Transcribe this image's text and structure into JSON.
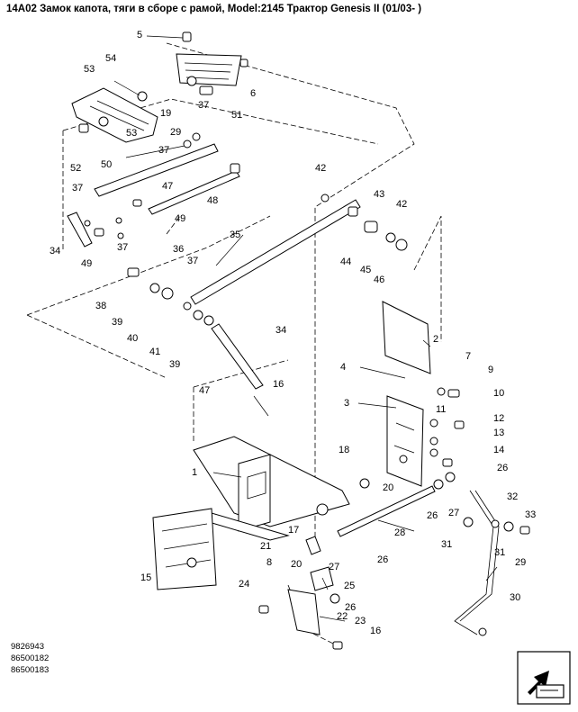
{
  "title": "14A02 Замок капота, тяги в сборе с рамой, Model:2145 Трактор Genesis II (01/03- )",
  "codes": [
    "9826943",
    "86500182",
    "86500183"
  ],
  "callouts": [
    {
      "text": "5"
    },
    {
      "text": "54"
    },
    {
      "text": "53"
    },
    {
      "text": "37"
    },
    {
      "text": "51"
    },
    {
      "text": "6"
    },
    {
      "text": "19"
    },
    {
      "text": "29"
    },
    {
      "text": "53"
    },
    {
      "text": "37"
    },
    {
      "text": "50"
    },
    {
      "text": "52"
    },
    {
      "text": "42"
    },
    {
      "text": "47"
    },
    {
      "text": "48"
    },
    {
      "text": "37"
    },
    {
      "text": "43"
    },
    {
      "text": "49"
    },
    {
      "text": "42"
    },
    {
      "text": "34"
    },
    {
      "text": "37"
    },
    {
      "text": "49"
    },
    {
      "text": "35"
    },
    {
      "text": "44"
    },
    {
      "text": "45"
    },
    {
      "text": "46"
    },
    {
      "text": "36"
    },
    {
      "text": "37"
    },
    {
      "text": "38"
    },
    {
      "text": "39"
    },
    {
      "text": "40"
    },
    {
      "text": "34"
    },
    {
      "text": "41"
    },
    {
      "text": "39"
    },
    {
      "text": "2"
    },
    {
      "text": "7"
    },
    {
      "text": "9"
    },
    {
      "text": "4"
    },
    {
      "text": "16"
    },
    {
      "text": "47"
    },
    {
      "text": "3"
    },
    {
      "text": "11"
    },
    {
      "text": "10"
    },
    {
      "text": "12"
    },
    {
      "text": "13"
    },
    {
      "text": "14"
    },
    {
      "text": "18"
    },
    {
      "text": "1"
    },
    {
      "text": "26"
    },
    {
      "text": "20"
    },
    {
      "text": "32"
    },
    {
      "text": "17"
    },
    {
      "text": "26"
    },
    {
      "text": "27"
    },
    {
      "text": "28"
    },
    {
      "text": "33"
    },
    {
      "text": "21"
    },
    {
      "text": "31"
    },
    {
      "text": "31"
    },
    {
      "text": "15"
    },
    {
      "text": "8"
    },
    {
      "text": "20"
    },
    {
      "text": "27"
    },
    {
      "text": "26"
    },
    {
      "text": "29"
    },
    {
      "text": "25"
    },
    {
      "text": "24"
    },
    {
      "text": "26"
    },
    {
      "text": "22"
    },
    {
      "text": "30"
    },
    {
      "text": "23"
    },
    {
      "text": "16"
    }
  ],
  "icons": {
    "nav": "arrow-icon"
  }
}
